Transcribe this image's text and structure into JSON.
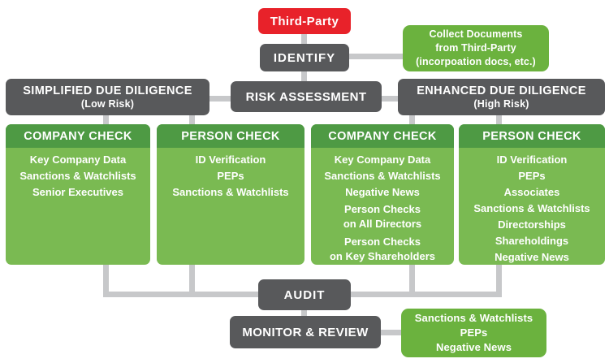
{
  "palette": {
    "red": "#e8222a",
    "dark_gray": "#58595b",
    "green_header": "#4e9a44",
    "green_body": "#7aba52",
    "green_solid": "#6bb23e",
    "connector_gray": "#c7c8ca",
    "text_white": "#ffffff"
  },
  "nodes": {
    "third_party": {
      "label": "Third-Party"
    },
    "identify": {
      "label": "IDENTIFY"
    },
    "collect_documents": {
      "lines": [
        "Collect Documents",
        "from Third-Party",
        "(incorpoation docs, etc.)"
      ]
    },
    "simplified_dd": {
      "title": "SIMPLIFIED DUE DILIGENCE",
      "subtitle": "(Low Risk)"
    },
    "risk_assessment": {
      "label": "RISK ASSESSMENT"
    },
    "enhanced_dd": {
      "title": "ENHANCED DUE DILIGENCE",
      "subtitle": "(High Risk)"
    },
    "audit": {
      "label": "AUDIT"
    },
    "monitor_review": {
      "label": "MONITOR & REVIEW"
    },
    "ongoing_checks": {
      "lines": [
        "Sanctions & Watchlists",
        "PEPs",
        "Negative News"
      ]
    }
  },
  "columns": [
    {
      "header": "COMPANY CHECK",
      "items": [
        "Key Company Data",
        "Sanctions & Watchlists",
        "Senior Executives"
      ]
    },
    {
      "header": "PERSON CHECK",
      "items": [
        "ID Verification",
        "PEPs",
        "Sanctions & Watchlists"
      ]
    },
    {
      "header": "COMPANY CHECK",
      "items": [
        "Key Company Data",
        "Sanctions & Watchlists",
        "Negative News",
        "Person Checks\non All Directors",
        "Person Checks\non Key Shareholders"
      ]
    },
    {
      "header": "PERSON CHECK",
      "items": [
        "ID Verification",
        "PEPs",
        "Associates",
        "Sanctions & Watchlists",
        "Directorships",
        "Shareholdings",
        "Negative News"
      ]
    }
  ]
}
